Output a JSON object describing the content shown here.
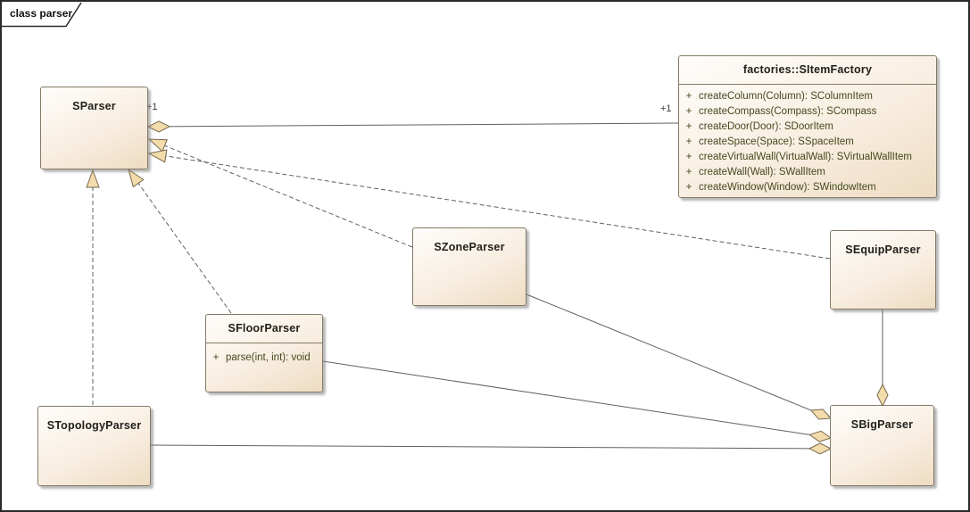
{
  "frame": {
    "label": "class parser"
  },
  "classes": {
    "sparser": {
      "name": "SParser"
    },
    "factory": {
      "name": "factories::SItemFactory",
      "methods": [
        {
          "vis": "+",
          "sig": "createColumn(Column): SColumnItem"
        },
        {
          "vis": "+",
          "sig": "createCompass(Compass): SCompass"
        },
        {
          "vis": "+",
          "sig": "createDoor(Door): SDoorItem"
        },
        {
          "vis": "+",
          "sig": "createSpace(Space): SSpaceItem"
        },
        {
          "vis": "+",
          "sig": "createVirtualWall(VirtualWall): SVirtualWallItem"
        },
        {
          "vis": "+",
          "sig": "createWall(Wall): SWallItem"
        },
        {
          "vis": "+",
          "sig": "createWindow(Window): SWindowItem"
        }
      ]
    },
    "szone": {
      "name": "SZoneParser"
    },
    "sequip": {
      "name": "SEquipParser"
    },
    "sfloor": {
      "name": "SFloorParser",
      "methods": [
        {
          "vis": "+",
          "sig": "parse(int, int): void"
        }
      ]
    },
    "stopo": {
      "name": "STopologyParser"
    },
    "sbig": {
      "name": "SBigParser"
    }
  },
  "connectors": {
    "sparser_factory": {
      "source_label": "+1",
      "target_label": "+1"
    }
  },
  "colors": {
    "box-border": "#847a66",
    "box-fill-light": "#fefdfb",
    "box-fill-dark": "#eedcc2",
    "line": "#606060",
    "shape-fill": "#f3dcab",
    "shape-stroke": "#77684e",
    "title-text": "#21201b",
    "method-text": "#44491f",
    "frame-border": "#2a2a2a"
  }
}
